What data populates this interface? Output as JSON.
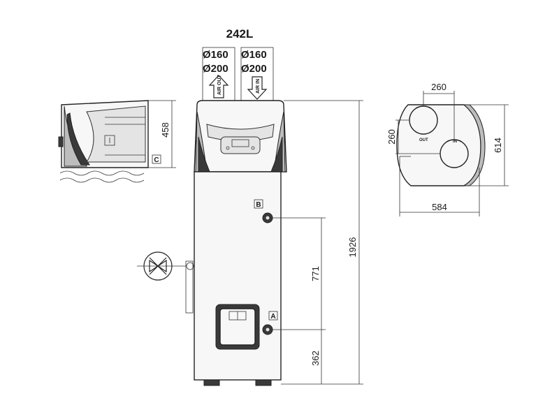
{
  "title": "242L",
  "pipes": {
    "left_d1": "Ø160",
    "left_d2": "Ø200",
    "right_d1": "Ø160",
    "right_d2": "Ø200",
    "air_out": "AIR OUT",
    "air_in": "AIR IN"
  },
  "dimensions": {
    "side_height": "458",
    "total_height": "1926",
    "connection_b": "771",
    "connection_a": "362",
    "top_spacing_h": "260",
    "top_spacing_v": "260",
    "depth": "614",
    "width": "584"
  },
  "markers": {
    "a": "A",
    "b": "B",
    "c": "C"
  },
  "top_view": {
    "out_label": "OUT",
    "in_label": "IN"
  }
}
